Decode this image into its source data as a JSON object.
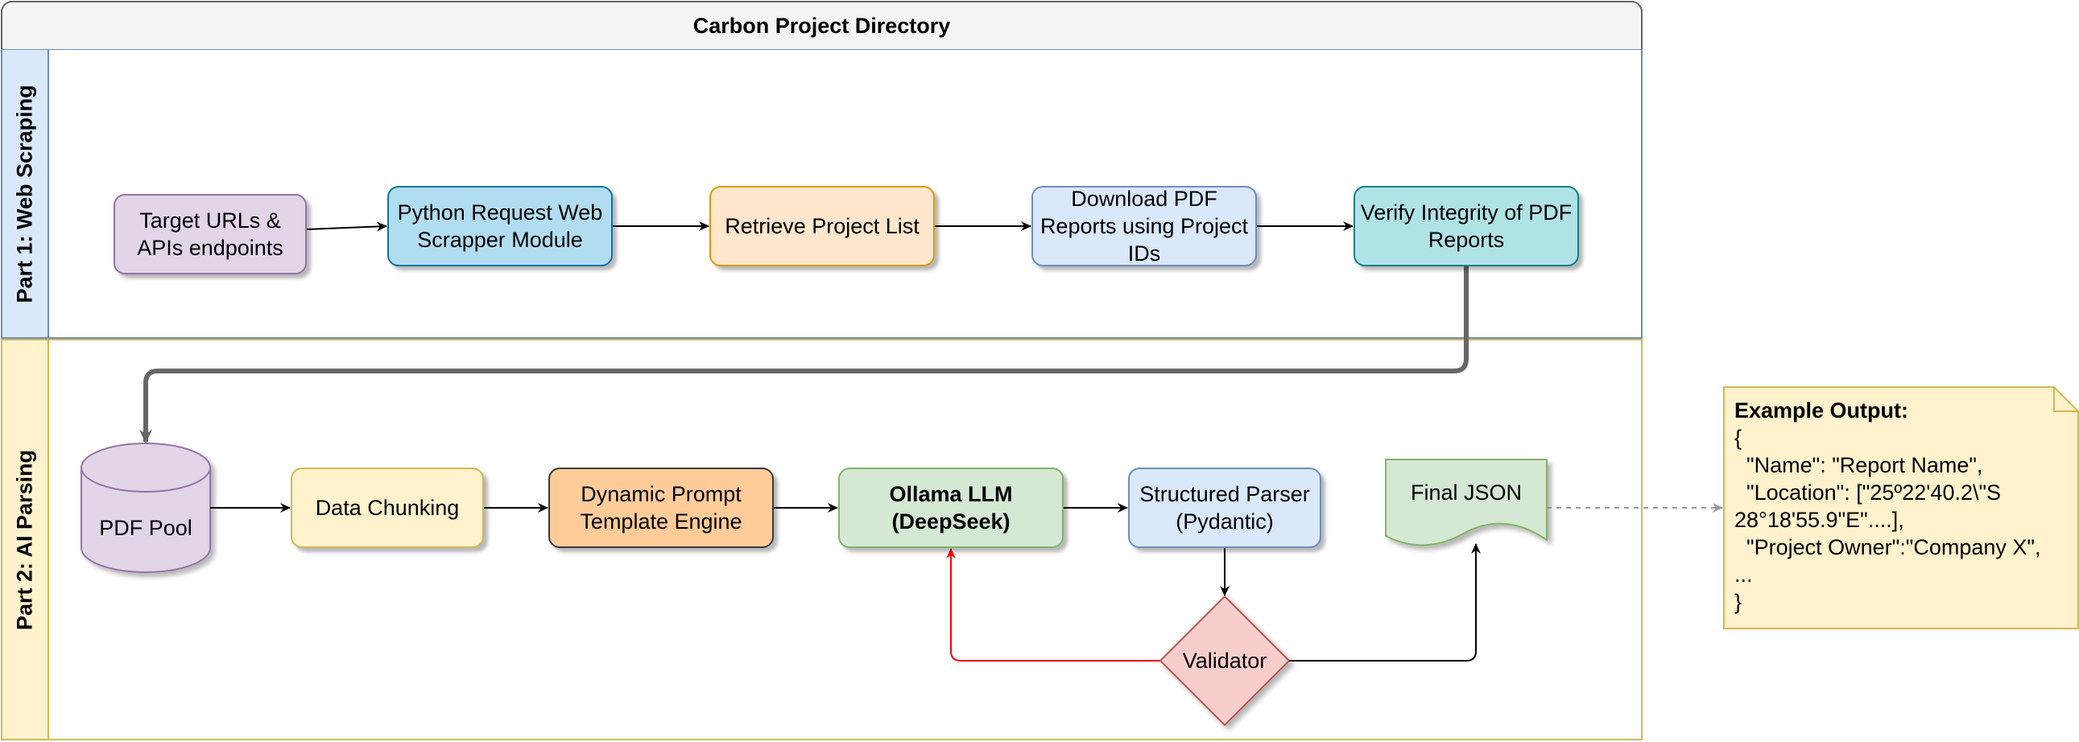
{
  "pool": {
    "title": "Carbon Project Directory"
  },
  "lanes": [
    {
      "label": "Part 1: Web Scraping"
    },
    {
      "label": "Part 2: AI Parsing"
    }
  ],
  "nodes": {
    "target": "Target URLs & APIs endpoints",
    "python": "Python Request Web Scrapper Module",
    "retrieve": "Retrieve Project List",
    "download": "Download PDF Reports using Project IDs",
    "verify": "Verify Integrity of PDF Reports",
    "pdf_pool": "PDF Pool",
    "chunking": "Data Chunking",
    "prompt": "Dynamic Prompt Template Engine",
    "ollama": "Ollama LLM (DeepSeek)",
    "parser": "Structured Parser (Pydantic)",
    "validator": "Validator",
    "final_json": "Final JSON"
  },
  "note": {
    "title": "Example Output:",
    "lines": [
      "{",
      "  \"Name\": \"Report Name\",",
      "  \"Location\": [\"25º22'40.2\\\"S",
      "28°18'55.9\"E\"....],",
      "  \"Project Owner\":\"Company X\",",
      "...",
      "}"
    ]
  },
  "colors": {
    "edge": "#000000",
    "retry_edge": "#ff0000",
    "thick_edge": "#666666",
    "dashed_edge": "#999999",
    "note_fill": "#fff2cc",
    "note_border": "#d6b656",
    "validator_fill": "#f8cecc",
    "validator_border": "#b85450",
    "json_fill": "#d5e8d4",
    "json_border": "#82b366",
    "pdf_pool_fill": "#e1d5e7",
    "pdf_pool_border": "#9673a6"
  }
}
